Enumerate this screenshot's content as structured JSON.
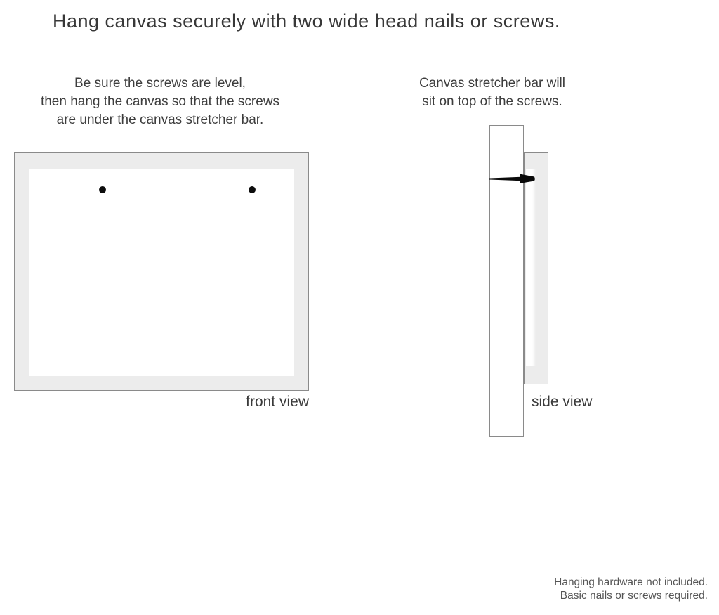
{
  "title": "Hang canvas securely with two wide head nails or screws.",
  "instructions": {
    "left": {
      "line1": "Be sure the screws are level,",
      "line2": "then hang the canvas so that the screws",
      "line3": "are under the canvas stretcher bar."
    },
    "right": {
      "line1": "Canvas stretcher bar will",
      "line2": "sit on top of the screws."
    }
  },
  "diagrams": {
    "front_view": {
      "label": "front view",
      "screw_count": 2
    },
    "side_view": {
      "label": "side view",
      "fasteners": "one nail shown entering wall, head under stretcher bar"
    }
  },
  "footer": {
    "line1": "Hanging hardware not included.",
    "line2": "Basic nails or screws required."
  },
  "colors": {
    "canvas_frame_fill": "#ececec",
    "outline": "#8a8a8a",
    "text": "#3d3d3d",
    "nail": "#0a0a0a"
  }
}
